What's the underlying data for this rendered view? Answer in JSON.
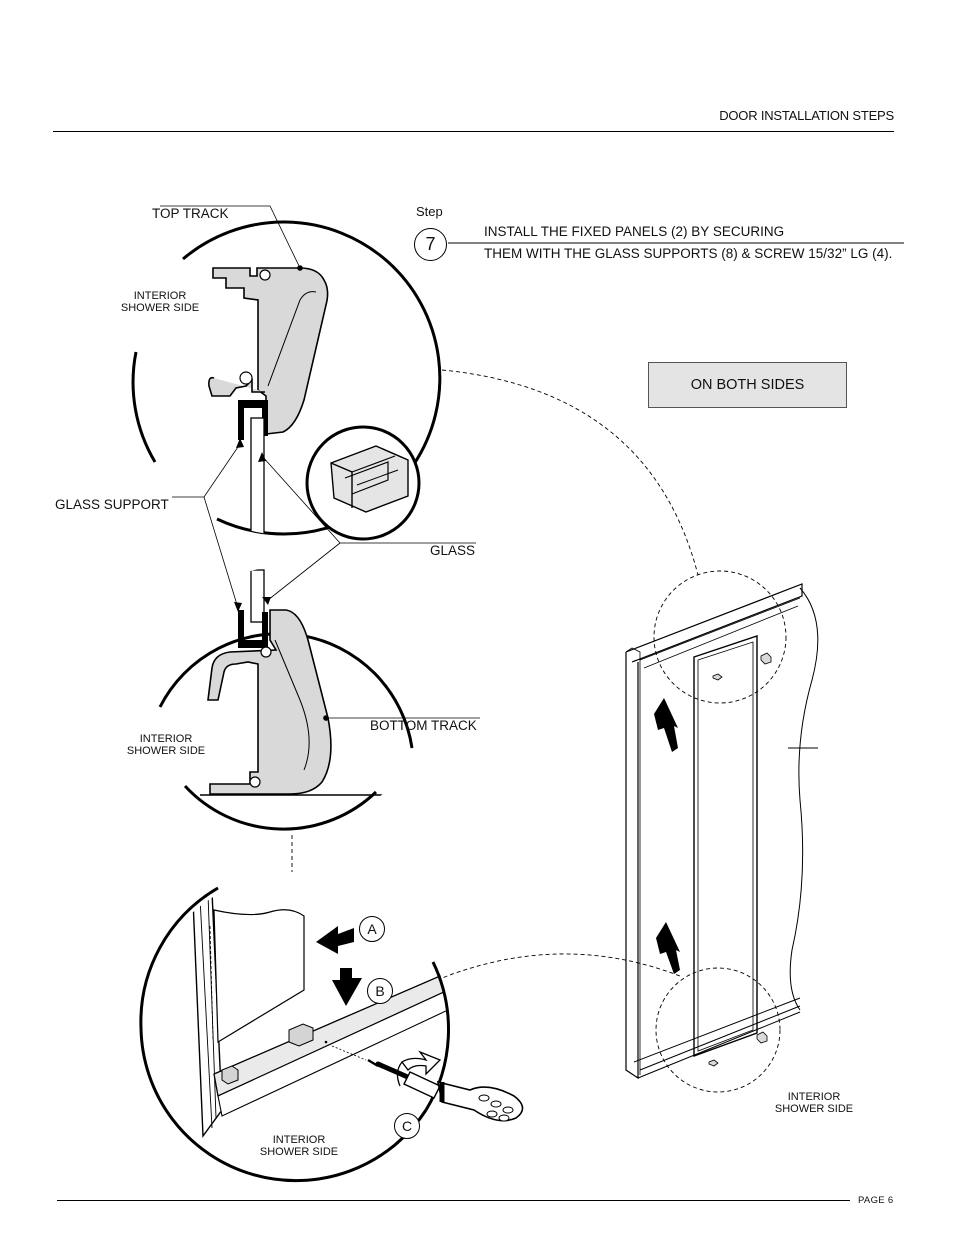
{
  "header": {
    "title": "DOOR INSTALLATION STEPS"
  },
  "step": {
    "word": "Step",
    "number": "7",
    "line1": "INSTALL THE FIXED PANELS (2) BY SECURING",
    "line2": "THEM WITH THE GLASS SUPPORTS (8) & SCREW 15/32” LG (4)."
  },
  "callout": {
    "both_sides": "ON BOTH SIDES"
  },
  "labels": {
    "top_track": "TOP TRACK",
    "glass_support": "GLASS SUPPORT",
    "glass": "GLASS",
    "bottom_track": "BOTTOM TRACK",
    "interior_line1": "INTERIOR",
    "interior_line2": "SHOWER SIDE"
  },
  "markers": {
    "a": "A",
    "b": "B",
    "c": "C"
  },
  "footer": {
    "page": "PAGE 6"
  },
  "icons": [
    "screwdriver-icon",
    "arrow-icon",
    "glass-support-clip-icon"
  ]
}
